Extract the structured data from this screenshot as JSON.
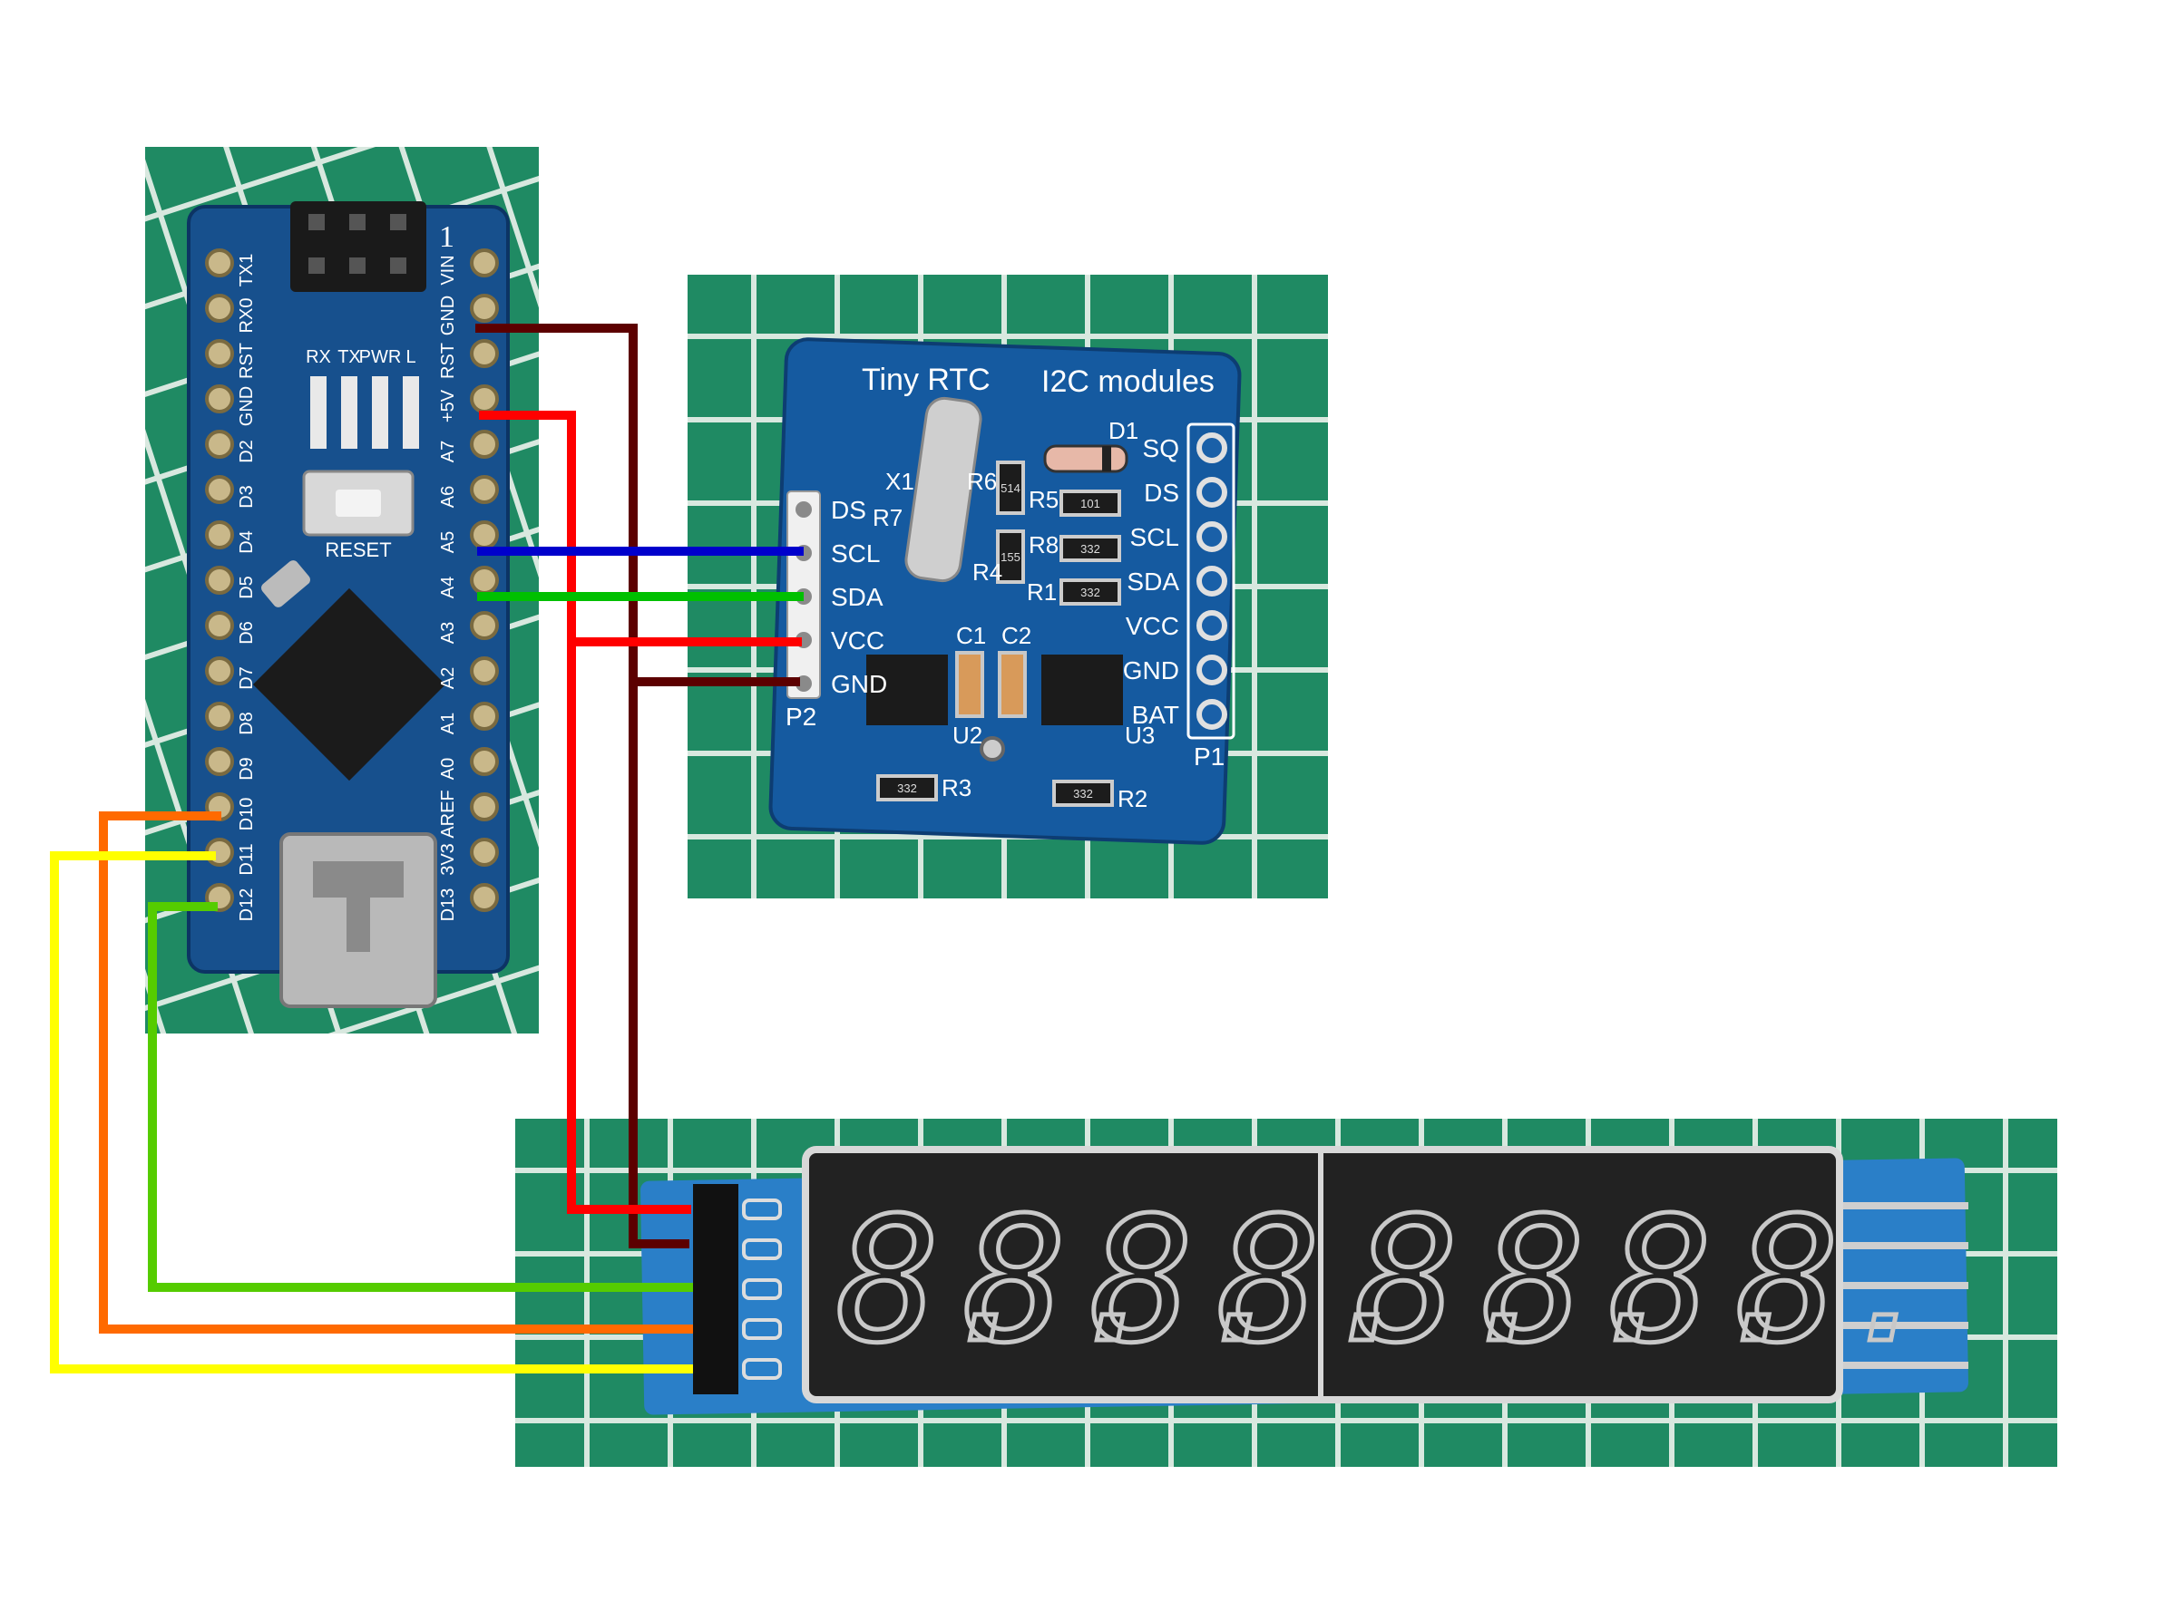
{
  "nano": {
    "header_number": "1",
    "leds": [
      "RX",
      "TX",
      "PWR",
      "L"
    ],
    "reset_label": "RESET",
    "left_pins": [
      "TX1",
      "RX0",
      "RST",
      "GND",
      "D2",
      "D3",
      "D4",
      "D5",
      "D6",
      "D7",
      "D8",
      "D9",
      "D10",
      "D11",
      "D12"
    ],
    "right_pins": [
      "VIN",
      "GND",
      "RST",
      "+5V",
      "A7",
      "A6",
      "A5",
      "A4",
      "A3",
      "A2",
      "A1",
      "A0",
      "AREF",
      "3V3",
      "D13"
    ]
  },
  "rtc": {
    "title": "Tiny RTC",
    "subtitle": "I2C modules",
    "p2_label": "P2",
    "p1_label": "P1",
    "p2_pins": [
      "DS",
      "SCL",
      "SDA",
      "VCC",
      "GND"
    ],
    "p1_pins": [
      "SQ",
      "DS",
      "SCL",
      "SDA",
      "VCC",
      "GND",
      "BAT"
    ],
    "components": [
      "X1",
      "R7",
      "R6",
      "R5",
      "R8",
      "R4",
      "R1",
      "D1",
      "C1",
      "C2",
      "U2",
      "U3",
      "R3",
      "R2"
    ],
    "resistor_codes": [
      "514",
      "101",
      "155",
      "332",
      "332",
      "332",
      "332"
    ]
  },
  "display": {
    "digits": [
      "8.",
      "8.",
      "8.",
      "8.",
      "8.",
      "8.",
      "8.",
      "8."
    ]
  },
  "wires": [
    {
      "name": "gnd-wire",
      "color": "#5c0000"
    },
    {
      "name": "vcc-wire",
      "color": "#ff0000"
    },
    {
      "name": "scl-wire",
      "color": "#0000cc"
    },
    {
      "name": "sda-wire",
      "color": "#00c000"
    },
    {
      "name": "d10-wire",
      "color": "#ff6a00"
    },
    {
      "name": "d11-wire",
      "color": "#ffff00"
    },
    {
      "name": "d12-wire",
      "color": "#55cc00"
    }
  ]
}
